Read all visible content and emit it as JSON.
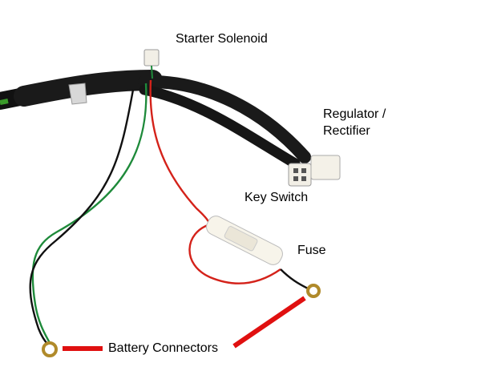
{
  "labels": {
    "starter_solenoid": "Starter Solenoid",
    "regulator": "Regulator /",
    "rectifier": "Rectifier",
    "key_switch": "Key Switch",
    "fuse": "Fuse",
    "battery_connectors": "Battery Connectors"
  },
  "colors": {
    "harness_black": "#111111",
    "wire_red": "#d4221a",
    "wire_green": "#1e8a3a",
    "callout_red": "#e01010",
    "connector_white": "#f2efe6"
  }
}
